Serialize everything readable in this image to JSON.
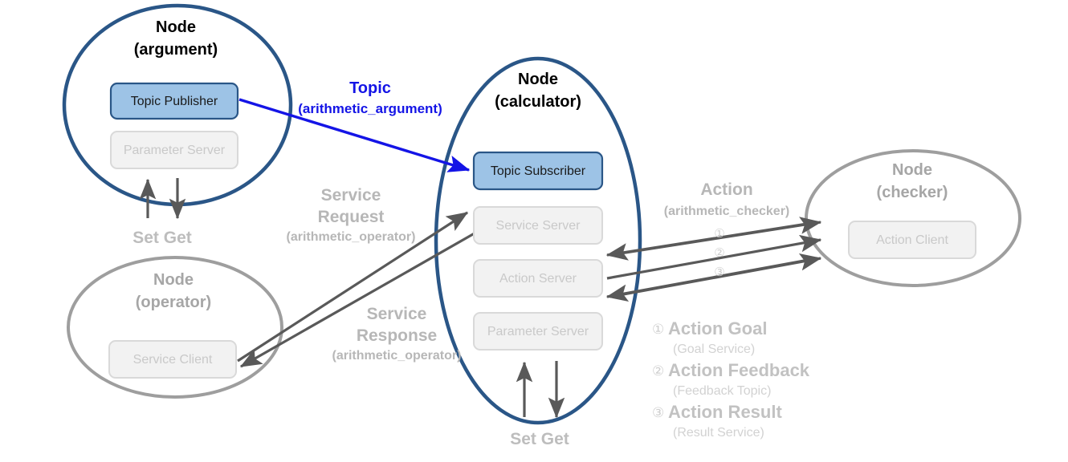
{
  "diagram": {
    "title": "ROS 2 node communication diagram",
    "colors": {
      "node_active_stroke": "#2a5687",
      "node_inactive_stroke": "#9e9e9e",
      "box_active_fill": "#9dc3e6",
      "box_active_stroke": "#2a5687",
      "box_inactive_fill": "#f2f2f2",
      "box_inactive_stroke": "#d9d9d9",
      "topic_arrow": "#1414e6",
      "service_arrow": "#595959",
      "action_arrow": "#595959",
      "param_arrow": "#595959",
      "grey_text": "#b7b7b7"
    },
    "nodes": [
      {
        "id": "argument",
        "title_line1": "Node",
        "title_line2": "(argument)",
        "boxes": [
          {
            "label": "Topic Publisher",
            "state": "active"
          },
          {
            "label": "Parameter Server",
            "state": "inactive"
          }
        ]
      },
      {
        "id": "calculator",
        "title_line1": "Node",
        "title_line2": "(calculator)",
        "boxes": [
          {
            "label": "Topic Subscriber",
            "state": "active"
          },
          {
            "label": "Service Server",
            "state": "inactive"
          },
          {
            "label": "Action Server",
            "state": "inactive"
          },
          {
            "label": "Parameter Server",
            "state": "inactive"
          }
        ]
      },
      {
        "id": "operator",
        "title_line1": "Node",
        "title_line2": "(operator)",
        "boxes": [
          {
            "label": "Service Client",
            "state": "inactive"
          }
        ]
      },
      {
        "id": "checker",
        "title_line1": "Node",
        "title_line2": "(checker)",
        "boxes": [
          {
            "label": "Action Client",
            "state": "inactive"
          }
        ]
      }
    ],
    "edge_labels": {
      "topic": {
        "line1": "Topic",
        "line2": "(arithmetic_argument)"
      },
      "service_request": {
        "line1": "Service",
        "line2": "Request",
        "line3": "(arithmetic_operator)"
      },
      "service_response": {
        "line1": "Service",
        "line2": "Response",
        "line3": "(arithmetic_operator)"
      },
      "action": {
        "line1": "Action",
        "line2": "(arithmetic_checker)"
      },
      "action_marks": [
        "①",
        "②",
        "③"
      ],
      "param_argument": "Set Get",
      "param_calculator": "Set Get"
    },
    "legend": [
      {
        "num": "①",
        "title": "Action Goal",
        "sub": "(Goal Service)"
      },
      {
        "num": "②",
        "title": "Action Feedback",
        "sub": "(Feedback Topic)"
      },
      {
        "num": "③",
        "title": "Action Result",
        "sub": "(Result Service)"
      }
    ]
  }
}
